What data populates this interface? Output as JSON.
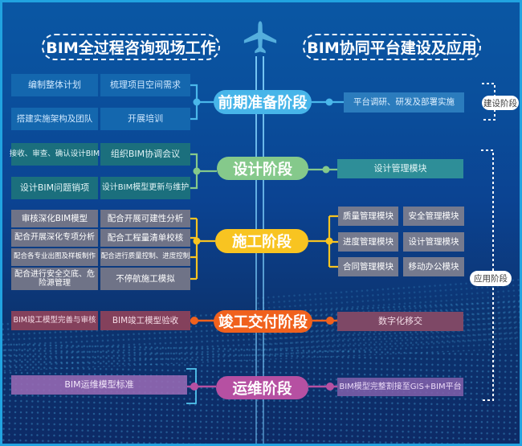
{
  "headers": {
    "left": "BIM全过程咨询现场工作",
    "right": "BIM协同平台建设及应用"
  },
  "stages": [
    {
      "id": "prep",
      "label": "前期准备阶段",
      "color": "#47b5e9"
    },
    {
      "id": "design",
      "label": "设计阶段",
      "color": "#85c98b"
    },
    {
      "id": "construction",
      "label": "施工阶段",
      "color": "#f8c421"
    },
    {
      "id": "handover",
      "label": "竣工交付阶段",
      "color": "#f0611d"
    },
    {
      "id": "operation",
      "label": "运维阶段",
      "color": "#b650a2"
    }
  ],
  "left": {
    "prep": [
      "编制整体计划",
      "梳理项目空间需求",
      "搭建实施架构及团队",
      "开展培训"
    ],
    "design": [
      "接收、审查、确认设计BIM",
      "组织BIM协调会议",
      "设计BIM问题销项",
      "设计BIM模型更新与维护"
    ],
    "construction": [
      "审核深化BIM模型",
      "配合开展可建性分析",
      "配合开展深化专项分析",
      "配合工程量清单校核",
      "配合各专业出图及样板制作",
      "配合进行质量控制、进度控制",
      "配合进行安全交底、危险源管理",
      "不停航施工模拟"
    ],
    "handover": [
      "BIM竣工模型完善与审核",
      "BIM竣工模型验收"
    ],
    "operation": [
      "BIM运维模型标准"
    ]
  },
  "right": {
    "prep": [
      "平台调研、研发及部署实施"
    ],
    "design": [
      "设计管理模块"
    ],
    "construction": [
      "质量管理模块",
      "安全管理模块",
      "进度管理模块",
      "设计管理模块",
      "合同管理模块",
      "移动办公模块"
    ],
    "handover": [
      "数字化移交"
    ],
    "operation": [
      "BIM模型完整割接至GIS+BIM平台"
    ]
  },
  "side_labels": {
    "build": "建设阶段",
    "apply": "应用阶段"
  },
  "icons": {
    "airplane": "airplane-icon"
  },
  "colors": {
    "background_top": "#0a57a4",
    "background_bottom": "#0d2a66",
    "frame_border": "#21a3e0",
    "runway_line": "#7dcdf8",
    "prep_accent": "#47b5e9",
    "design_accent": "#85c98b",
    "construction_accent": "#f8c421",
    "handover_accent": "#f0611d",
    "operation_accent": "#b650a2",
    "left_prep_box": "#1467ae",
    "left_design_box": "#1b6f7d",
    "left_construction_box": "#6f7387",
    "left_handover_box": "#84415c",
    "left_operation_box": "#976ab4",
    "right_prep_box": "#2b7cbd",
    "right_design_box": "#2e8e98",
    "right_module_box": "#757a8e",
    "right_handover_box": "#7e4866",
    "right_operation_box": "#825faa",
    "side_pill_bg": "#ffffff"
  }
}
